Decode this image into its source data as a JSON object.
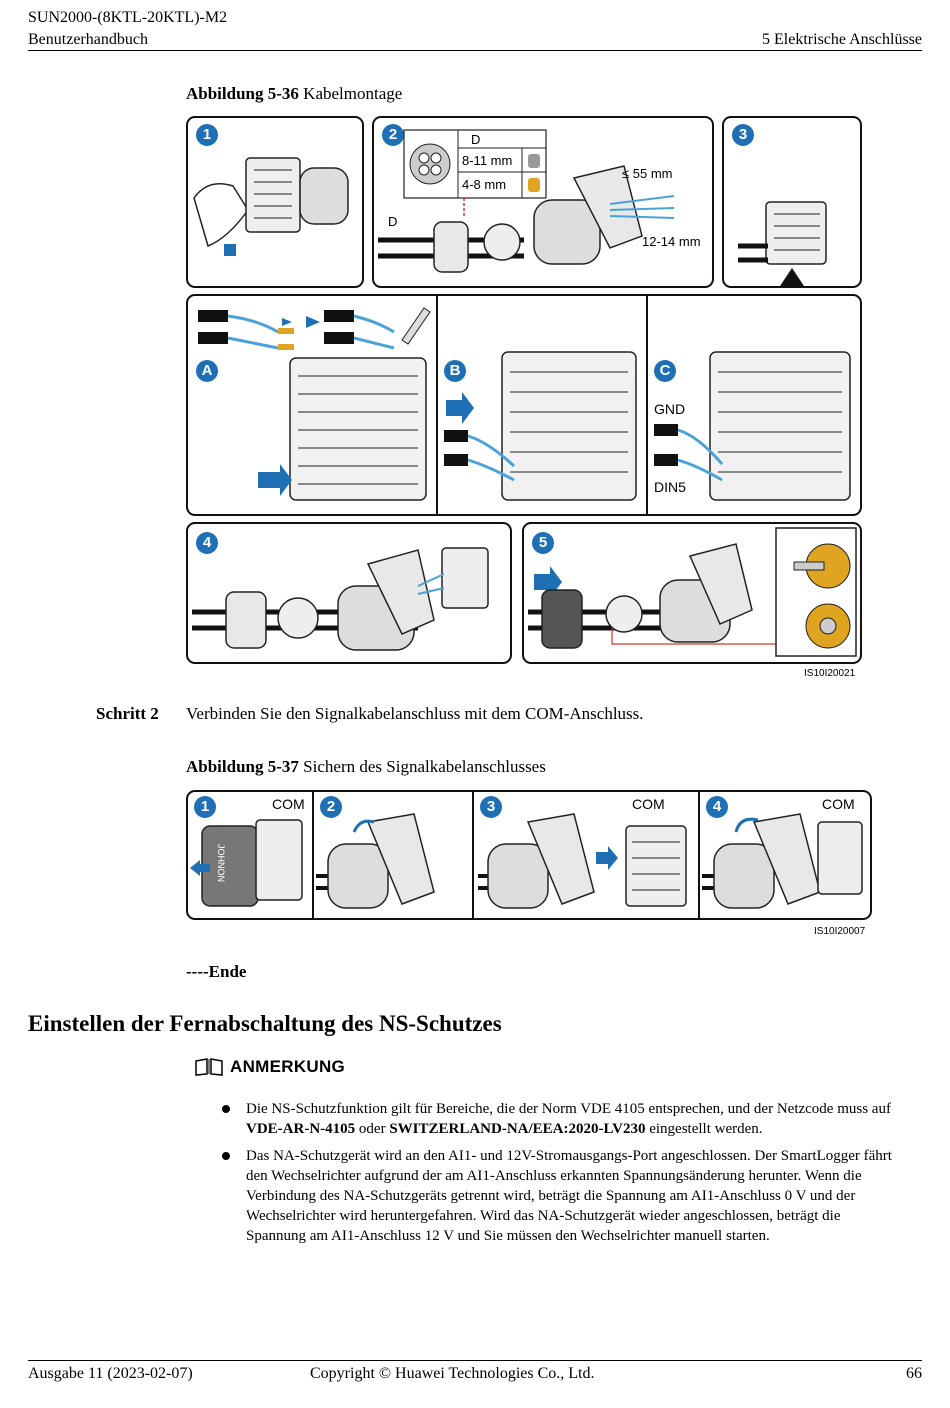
{
  "header": {
    "product": "SUN2000-(8KTL-20KTL)-M2",
    "manual": "Benutzerhandbuch",
    "chapter": "5 Elektrische Anschlüsse"
  },
  "figure1": {
    "number": "Abbildung 5-36",
    "title": "Kabelmontage",
    "code": "IS10I20021",
    "badges": [
      "1",
      "2",
      "3",
      "A",
      "B",
      "C",
      "4",
      "5"
    ],
    "labels": {
      "d_head": "D",
      "d_small": "D",
      "range1": "8-11 mm",
      "range2": "4-8 mm",
      "strip": "≤ 55 mm",
      "strip2": "12-14 mm",
      "gnd": "GND",
      "din": "DIN5"
    }
  },
  "step2": {
    "label": "Schritt 2",
    "text": "Verbinden Sie den Signalkabelanschluss mit dem COM-Anschluss."
  },
  "figure2": {
    "number": "Abbildung 5-37",
    "title": "Sichern des Signalkabelanschlusses",
    "code": "IS10I20007",
    "badges": [
      "1",
      "2",
      "3",
      "4"
    ],
    "com": "COM",
    "brand": "JOHNON"
  },
  "end_marker": "----Ende",
  "section_title": "Einstellen der Fernabschaltung des NS-Schutzes",
  "note": {
    "title": "ANMERKUNG",
    "bullet1": {
      "t1": "Die NS-Schutzfunktion gilt für Bereiche, die der Norm VDE 4105 entsprechen, und der Netzcode muss auf ",
      "b1": "VDE-AR-N-4105",
      "t2": " oder ",
      "b2": "SWITZERLAND-NA/EEA:2020-LV230",
      "t3": " eingestellt werden."
    },
    "bullet2": "Das NA-Schutzgerät wird an den AI1- und 12V-Stromausgangs-Port angeschlossen. Der SmartLogger fährt den Wechselrichter aufgrund der am AI1-Anschluss erkannten Spannungsänderung herunter. Wenn die Verbindung des NA-Schutzgeräts getrennt wird, beträgt die Spannung am AI1-Anschluss 0 V und der Wechselrichter wird heruntergefahren. Wird das NA-Schutzgerät wieder angeschlossen, beträgt die Spannung am AI1-Anschluss 12 V und Sie müssen den Wechselrichter manuell starten."
  },
  "footer": {
    "edition": "Ausgabe 11 (2023-02-07)",
    "copyright": "Copyright © Huawei Technologies Co., Ltd.",
    "page": "66"
  },
  "colors": {
    "accent": "#1f6fb5",
    "cable_blue": "#4aa3d8"
  }
}
